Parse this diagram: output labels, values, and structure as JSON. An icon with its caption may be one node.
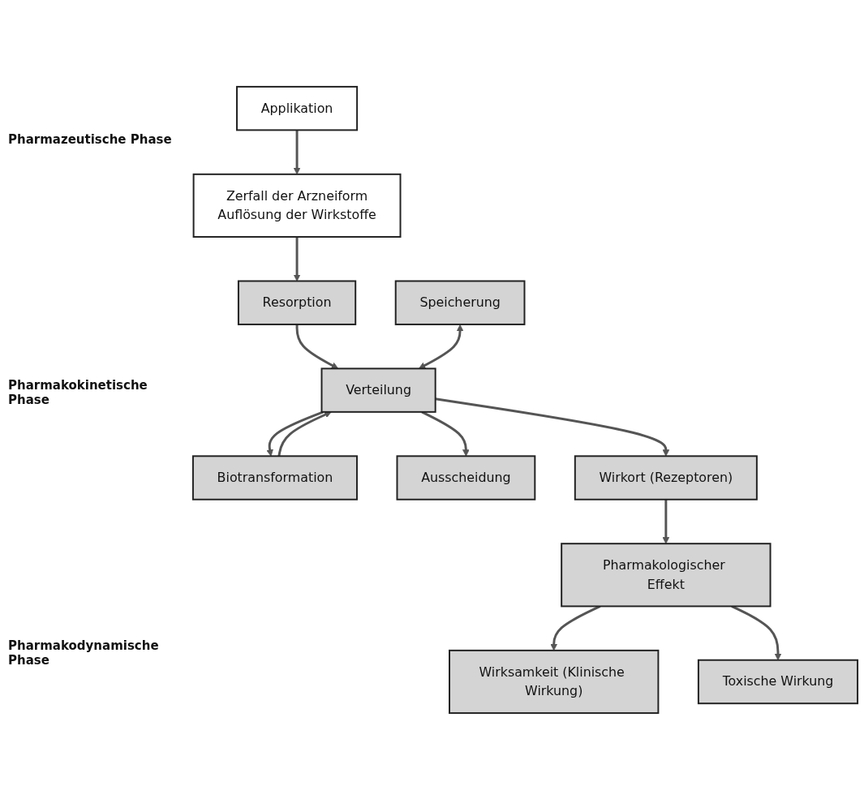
{
  "diagram": {
    "nodes": [
      {
        "text": [
          "Applikation"
        ]
      },
      {
        "text": [
          "Zerfall der Arzneiform",
          "Auflösung der Wirkstoffe"
        ]
      },
      {
        "text": [
          "Resorption"
        ]
      },
      {
        "text": [
          "Speicherung"
        ]
      },
      {
        "text": [
          "Verteilung"
        ]
      },
      {
        "text": [
          "Biotransformation"
        ]
      },
      {
        "text": [
          "Ausscheidung"
        ]
      },
      {
        "text": [
          "Wirkort (Rezeptoren)"
        ]
      },
      {
        "text": [
          "Pharmakologischer Effekt"
        ]
      },
      {
        "text": [
          "Wirksamkeit (Klinische Wirkung)"
        ]
      },
      {
        "text": [
          "Toxische Wirkung"
        ]
      }
    ],
    "edges": [
      {
        "from": 0,
        "to": 1,
        "arrow": "to"
      },
      {
        "from": 1,
        "to": 2,
        "arrow": "to"
      },
      {
        "from": 2,
        "to": 4,
        "arrow": "to"
      },
      {
        "from": 3,
        "to": 4,
        "arrow": "both"
      },
      {
        "from": 4,
        "to": 5,
        "arrow": "to"
      },
      {
        "from": 5,
        "to": 4,
        "arrow": "to"
      },
      {
        "from": 4,
        "to": 6,
        "arrow": "to"
      },
      {
        "from": 4,
        "to": 7,
        "arrow": "to"
      },
      {
        "from": 7,
        "to": 8,
        "arrow": "to"
      },
      {
        "from": 8,
        "to": 9,
        "arrow": "to"
      },
      {
        "from": 8,
        "to": 10,
        "arrow": "to"
      }
    ],
    "labels": [
      "Pharmazeutische Phase",
      "Pharmakokinetische Phase",
      "Pharmakodynamische Phase"
    ]
  }
}
